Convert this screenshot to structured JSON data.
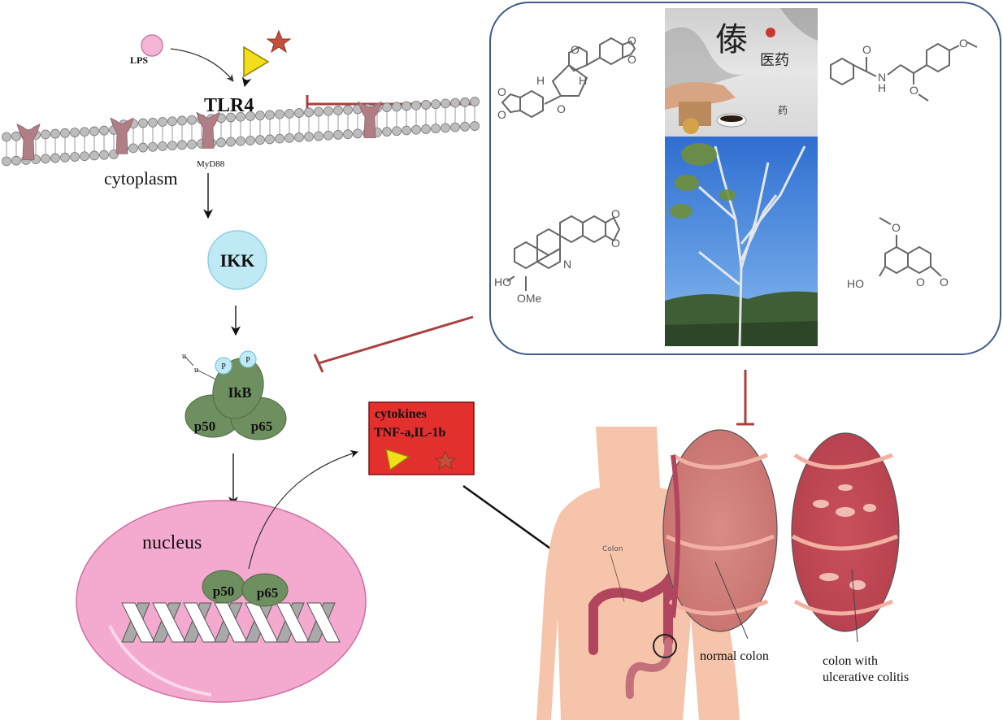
{
  "labels": {
    "lps": "LPS",
    "tlr4": "TLR4",
    "cytoplasm": "cytoplasm",
    "myd88": "MyD88",
    "ikk": "IKK",
    "ikb": "IkB",
    "p50": "p50",
    "p65": "p65",
    "phospho": "P",
    "ubiquitin": "u",
    "nucleus": "nucleus",
    "nucleus_p50": "p50",
    "nucleus_p65": "p65",
    "cytokines_title": "cytokines",
    "cytokines_list": "TNF-a,IL-1b",
    "colon": "Colon",
    "normal_colon": "normal colon",
    "uc_line1": "colon with",
    "uc_line2": "ulcerative colitis"
  },
  "compounds": {
    "c1": {
      "labels": [
        "O",
        "O",
        "O",
        "O",
        "O",
        "O",
        "H",
        "H"
      ]
    },
    "c2": {
      "labels": [
        "O",
        "N",
        "H",
        "O",
        "O"
      ]
    },
    "c3": {
      "labels": [
        "HO",
        "OMe",
        "N",
        "O",
        "O"
      ]
    },
    "c4": {
      "labels": [
        "HO",
        "O",
        "O",
        "O"
      ]
    }
  },
  "panel_image": {
    "title_char": "傣",
    "subtitle": "医药",
    "caption": "药"
  },
  "colors": {
    "inhibit": "#a8403e",
    "membrane_bead": "#bdbdbd",
    "receptor": "#b07f86",
    "ikk_fill": "#bfeaf5",
    "complex_green": "#6e8f5f",
    "nucleus_pink": "#f4a9cf",
    "cytokine_red": "#e3302e",
    "panel_border": "#3f5a8a",
    "skin": "#f6c4aa",
    "colon": "#b2455e"
  }
}
